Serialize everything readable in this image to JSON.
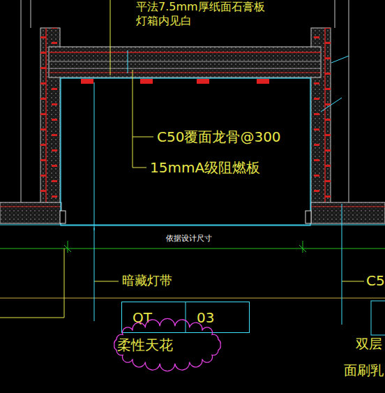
{
  "diagram": {
    "nodes": [
      {
        "text": [
          "QT",
          "03"
        ]
      },
      {
        "text": [
          "柔性天花"
        ]
      }
    ],
    "labels": [
      "平法7.5mm厚纸面石膏板",
      "灯箱内见白",
      "C50覆面龙骨@300",
      "15mmA级阻燃板",
      "依据设计尺寸",
      "暗藏灯带",
      "C5",
      "双层",
      "面刷乳"
    ]
  }
}
